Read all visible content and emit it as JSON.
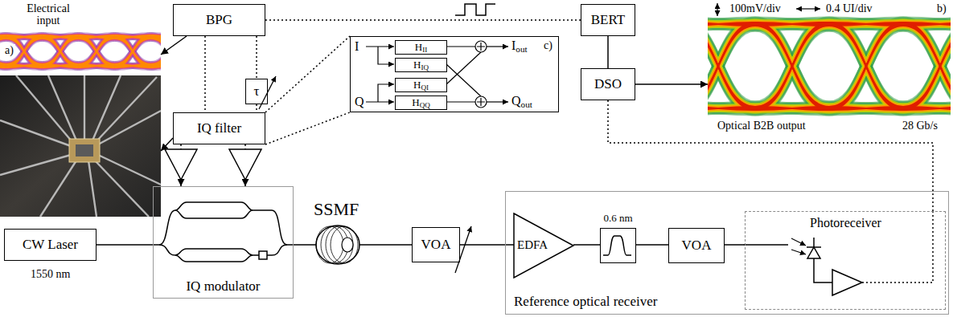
{
  "diagram": {
    "nodes": [
      {
        "text": [
          "Electrical input",
          "a)"
        ]
      },
      {
        "text": [
          "BPG"
        ]
      },
      {
        "text": [
          "τ"
        ]
      },
      {
        "text": [
          "IQ filter"
        ]
      },
      {
        "text": [
          "c)"
        ]
      },
      {
        "text": [
          "HII"
        ],
        "in": 4
      },
      {
        "text": [
          "HIQ"
        ],
        "in": 4
      },
      {
        "text": [
          "HQI"
        ],
        "in": 4
      },
      {
        "text": [
          "HQQ"
        ],
        "in": 4
      },
      {
        "text": [
          "BERT"
        ]
      },
      {
        "text": [
          "DSO"
        ]
      },
      {
        "text": [
          "100mV/div",
          "0.4 UI/div",
          "b)",
          "Optical B2B output",
          "28 Gb/s"
        ]
      },
      {
        "text": [
          "CW Laser"
        ]
      },
      {
        "text": [
          "IQ modulator"
        ]
      },
      {
        "text": [
          "VOA"
        ]
      },
      {
        "text": [
          "Reference optical receiver"
        ]
      },
      {
        "text": [
          "EDFA"
        ],
        "in": 15
      },
      {
        "text": [
          "0.6 nm"
        ],
        "in": 15
      },
      {
        "text": [
          "VOA"
        ],
        "in": 15
      },
      {
        "text": [
          "Photoreceiver"
        ],
        "in": 15
      }
    ],
    "edges": [
      {
        "from": 1,
        "to": 9,
        "arrow": "none"
      },
      {
        "from": 1,
        "to": 3,
        "arrow": "none"
      },
      {
        "from": 1,
        "to": 2,
        "arrow": "none"
      },
      {
        "from": 2,
        "to": 3,
        "arrow": "none"
      },
      {
        "from": 1,
        "to": 0,
        "arrow": "to"
      },
      {
        "from": 3,
        "to": 0,
        "arrow": "to"
      },
      {
        "from": 3,
        "to": 13,
        "arrow": "to"
      },
      {
        "from": 3,
        "to": 13,
        "arrow": "to"
      },
      {
        "from": 12,
        "to": 13,
        "arrow": "none"
      },
      {
        "from": 13,
        "to": 14,
        "arrow": "none"
      },
      {
        "from": 14,
        "to": 16,
        "arrow": "none"
      },
      {
        "from": 16,
        "to": 17,
        "arrow": "none"
      },
      {
        "from": 17,
        "to": 18,
        "arrow": "none"
      },
      {
        "from": 18,
        "to": 19,
        "arrow": "none"
      },
      {
        "from": 19,
        "to": 10,
        "arrow": "none"
      },
      {
        "from": 10,
        "to": 9,
        "arrow": "none"
      },
      {
        "from": 10,
        "to": 11,
        "arrow": "to"
      },
      {
        "from": 3,
        "to": 4,
        "arrow": "none"
      },
      {
        "from": 3,
        "to": 4,
        "arrow": "none"
      }
    ],
    "labels": [
      "I",
      "Q",
      "Iout",
      "Qout",
      "SSMF",
      "1550 nm"
    ]
  }
}
